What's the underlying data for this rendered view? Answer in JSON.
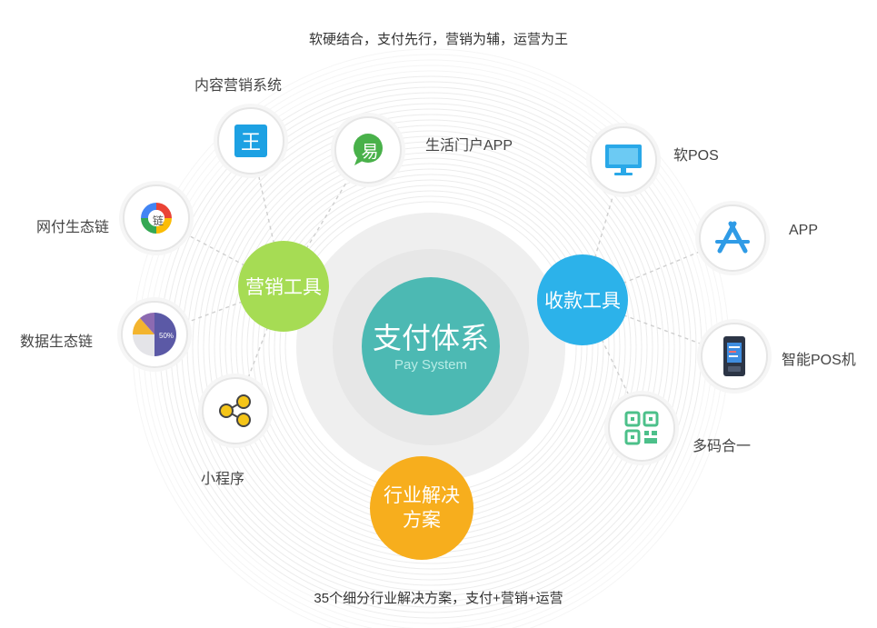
{
  "top_caption": "软硬结合，支付先行，营销为辅，运营为王",
  "bottom_caption": "35个细分行业解决方案，支付+营销+运营",
  "center": {
    "title": "支付体系",
    "subtitle": "Pay System",
    "color": "#4cb9b3"
  },
  "hubs": {
    "marketing": {
      "label": "营销工具",
      "color": "#a6dc54"
    },
    "payment": {
      "label": "收款工具",
      "color": "#2cb2ea"
    },
    "industry": {
      "label_line1": "行业解决",
      "label_line2": "方案",
      "color": "#f7ae1d"
    }
  },
  "nodes": {
    "content_marketing": {
      "label": "内容营销系统",
      "icon_char": "王",
      "icon": "wang-app-icon",
      "color": "#1da1e3"
    },
    "life_portal": {
      "label": "生活门户APP",
      "icon_char": "易",
      "icon": "yi-chat-icon",
      "color": "#49b14a"
    },
    "net_pay_chain": {
      "label": "网付生态链",
      "icon_char": "链",
      "icon": "chain-logo-icon"
    },
    "data_chain": {
      "label": "数据生态链",
      "icon": "pie-chart-icon",
      "pie_text": "50%"
    },
    "mini_program": {
      "label": "小程序",
      "icon": "mini-program-icon",
      "color": "#f5c518"
    },
    "soft_pos": {
      "label": "软POS",
      "icon": "monitor-icon",
      "color": "#29a8e8"
    },
    "app": {
      "label": "APP",
      "icon": "app-store-icon",
      "color": "#2f9be6"
    },
    "smart_pos": {
      "label": "智能POS机",
      "icon": "pos-terminal-icon"
    },
    "multi_code": {
      "label": "多码合一",
      "icon": "qr-code-icon",
      "color": "#4cc08a"
    }
  }
}
